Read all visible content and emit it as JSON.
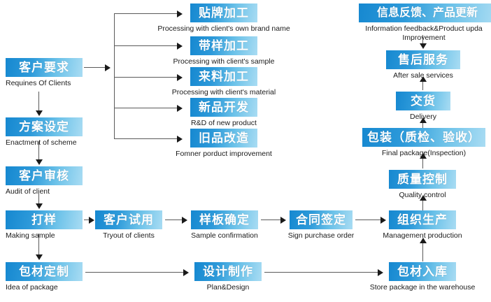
{
  "diagram": {
    "title": "Production workflow flowchart",
    "accent_color": "#1688d0",
    "accent_light": "#a9dcf3",
    "box_text_color": "#ffffff",
    "caption_color": "#1a1a1a",
    "connector_color": "#5a5a5a"
  },
  "nodes": {
    "client_requirements": {
      "cn": "客户要求",
      "en": "Requines Of Clients"
    },
    "enactment_scheme": {
      "cn": "方案设定",
      "en": "Enactment of scheme"
    },
    "audit_client": {
      "cn": "客户审核",
      "en": "Audit of client"
    },
    "making_sample": {
      "cn": "打样",
      "en": "Making sample"
    },
    "idea_package": {
      "cn": "包材定制",
      "en": "Idea of package"
    },
    "oem_brand": {
      "cn": "贴牌加工",
      "en": "Processing with client's own brand name"
    },
    "oem_sample": {
      "cn": "带样加工",
      "en": "Processing with client's sample"
    },
    "oem_material": {
      "cn": "来料加工",
      "en": "Processing with client's material"
    },
    "new_product": {
      "cn": "新品开发",
      "en": "R&D of new product"
    },
    "old_improve": {
      "cn": "旧品改造",
      "en": "Fomner porduct improvement"
    },
    "tryout_clients": {
      "cn": "客户试用",
      "en": "Tryout of clients"
    },
    "sample_confirmation": {
      "cn": "样板确定",
      "en": "Sample confirmation"
    },
    "purchase_order": {
      "cn": "合同签定",
      "en": "Sign purchase order"
    },
    "management_production": {
      "cn": "组织生产",
      "en": "Management production"
    },
    "plan_design": {
      "cn": "设计制作",
      "en": "Plan&Design"
    },
    "store_package": {
      "cn": "包材入库",
      "en": "Store package in the warehouse"
    },
    "quality_control": {
      "cn": "质量控制",
      "en": "Quality control"
    },
    "final_package": {
      "cn": "包装（质检、验收）",
      "en": "Final package(Inspection)"
    },
    "delivery": {
      "cn": "交货",
      "en": "Delivery"
    },
    "after_sale": {
      "cn": "售后服务",
      "en": "After sale services"
    },
    "feedback": {
      "cn": "信息反馈、产品更新",
      "en": "Information feedback&Product upda Improvement"
    }
  }
}
